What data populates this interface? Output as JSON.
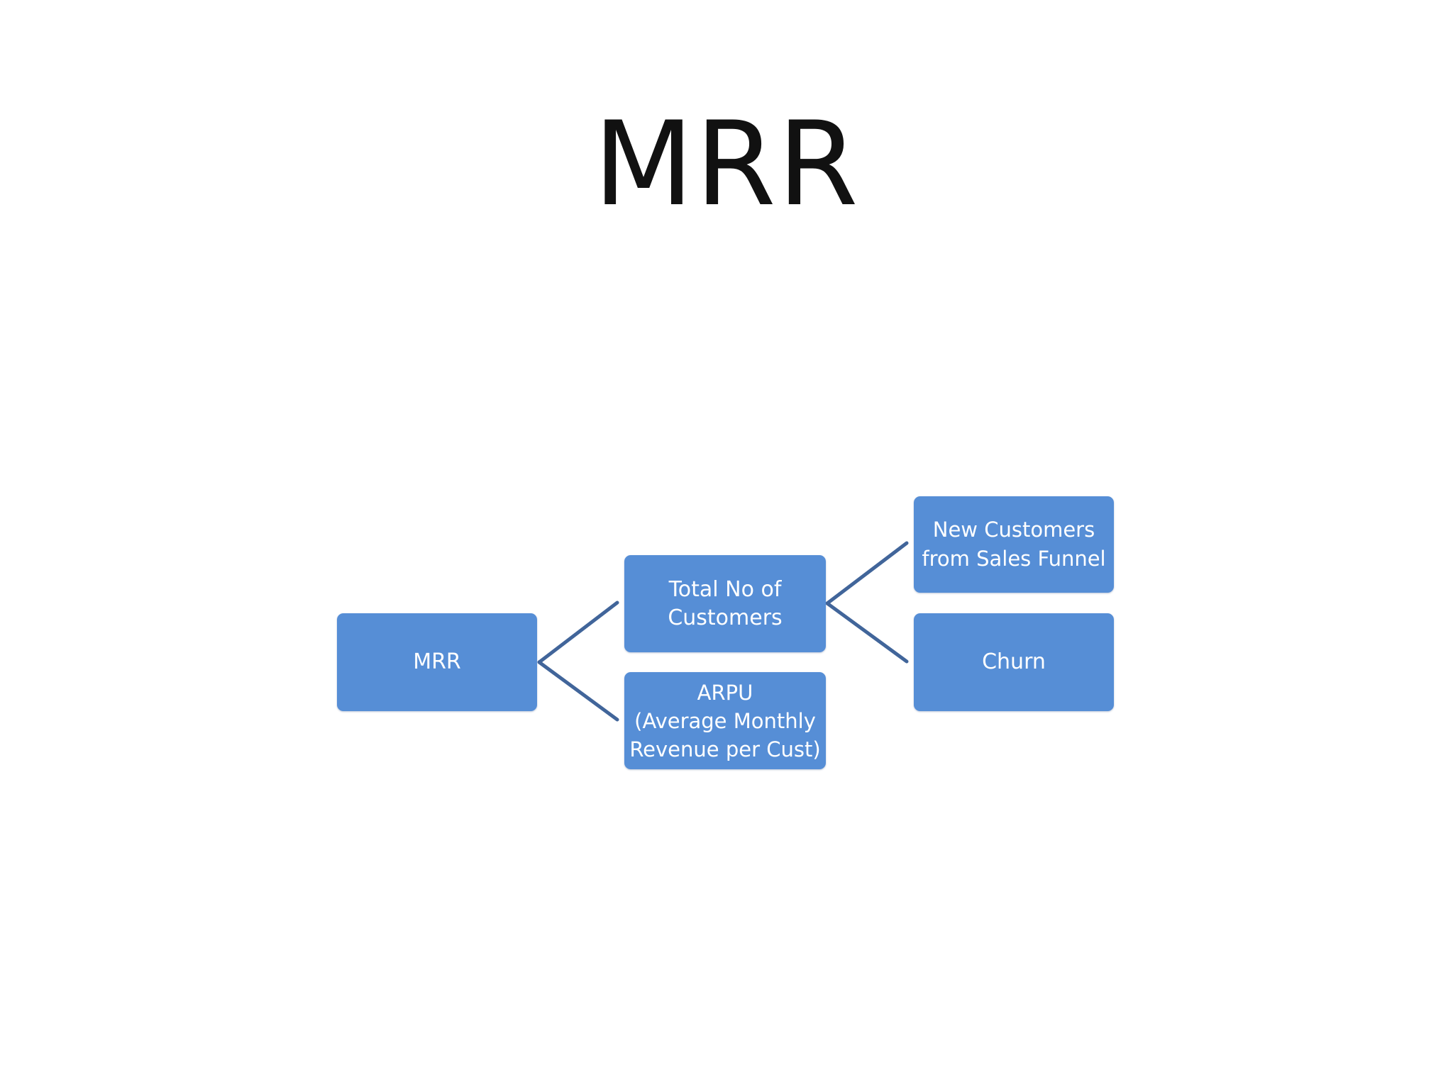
{
  "slide": {
    "title": "MRR"
  },
  "diagram": {
    "nodes": {
      "mrr": "MRR",
      "total_customers": "Total No of\nCustomers",
      "arpu": "ARPU\n(Average Monthly\nRevenue per Cust)",
      "new_customers": "New Customers\nfrom Sales Funnel",
      "churn": "Churn"
    },
    "colors": {
      "node_fill": "#568ed6",
      "connector": "#41659a",
      "node_text": "#ffffff"
    }
  }
}
